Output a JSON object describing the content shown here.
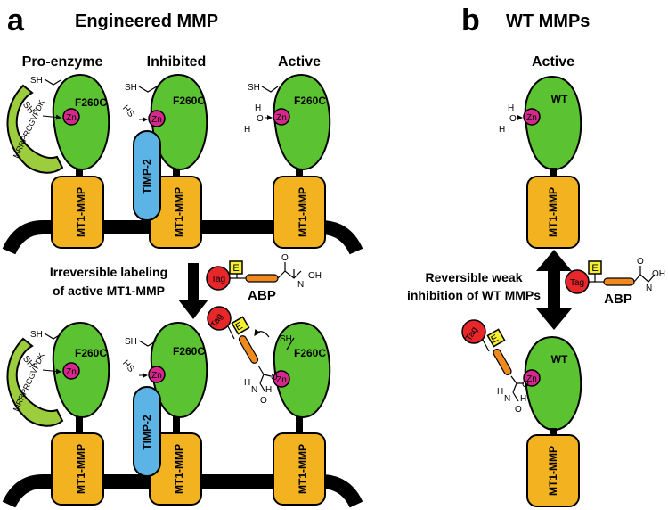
{
  "panel_a": {
    "letter": "a",
    "title": "Engineered MMP",
    "headers": {
      "proenzyme": "Pro-enzyme",
      "inhibited": "Inhibited",
      "active": "Active"
    },
    "arrow_label_line1": "Irreversible labeling",
    "arrow_label_line2": "of active MT1-MMP"
  },
  "panel_b": {
    "letter": "b",
    "title": "WT MMPs",
    "header_active": "Active",
    "arrow_label_line1": "Reversible weak",
    "arrow_label_line2": "inhibition of WT MMPs"
  },
  "labels": {
    "mutant": "F260C",
    "wt": "WT",
    "zn": "Zn",
    "sh": "SH",
    "hs": "HS",
    "h": "H",
    "o": "O",
    "n": "N",
    "oh": "OH",
    "mt1": "MT1-MMP",
    "timp": "TIMP-2",
    "propeptide": "MRRPRCGVPDK",
    "tag": "Tag",
    "e": "E",
    "abp": "ABP"
  },
  "colors": {
    "catalytic": "#5bc232",
    "zn": "#d6288c",
    "mt1": "#f3b21f",
    "timp": "#5bb4e5",
    "propeptide": "#9ccd3c",
    "tag": "#e8272a",
    "e_box": "#f4f031",
    "linker": "#f08a1e",
    "membrane": "#000000"
  }
}
